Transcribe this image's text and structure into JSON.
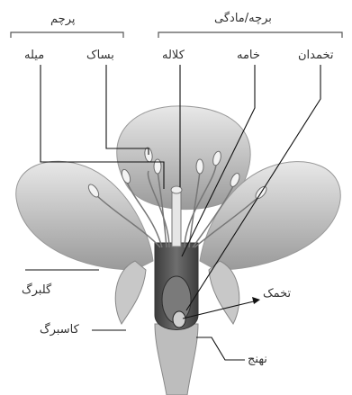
{
  "labels": {
    "stamen": "پرچم",
    "pistil": "برچه/مادگی",
    "filament": "میله",
    "anther": "بساک",
    "stigma": "کلاله",
    "style": "خامه",
    "ovary": "تخمدان",
    "petal": "گلبرگ",
    "ovule": "تخمک",
    "sepal": "کاسبرگ",
    "receptacle": "نهنج"
  },
  "colors": {
    "petal_fill": "#d9d9d9",
    "petal_dark": "#8e8e8e",
    "ovary_fill": "#5a5a5a",
    "line": "#1a1a1a"
  }
}
